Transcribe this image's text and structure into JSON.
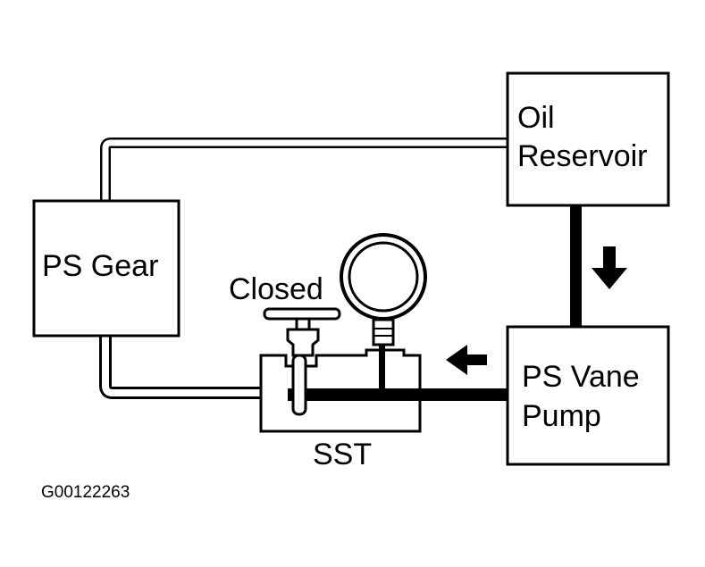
{
  "diagram": {
    "oil_reservoir": {
      "line1": "Oil",
      "line2": "Reservoir"
    },
    "ps_gear": {
      "label": "PS Gear"
    },
    "ps_vane_pump": {
      "line1": "PS Vane",
      "line2": "Pump"
    },
    "valve": {
      "label": "Closed"
    },
    "tool": {
      "label": "SST"
    },
    "figure_code": "G00122263"
  },
  "colors": {
    "ink": "#000000",
    "paper": "#ffffff"
  }
}
